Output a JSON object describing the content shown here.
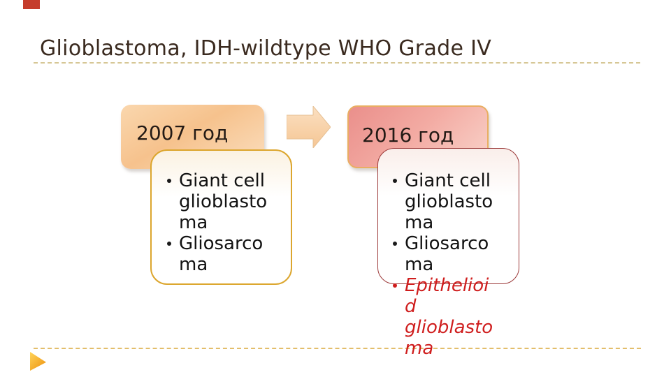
{
  "slide": {
    "title": "Glioblastoma, IDH-wildtype WHO Grade IV",
    "comparison": {
      "before": {
        "year_label": "2007 год",
        "items": [
          {
            "text": "Giant cell\nglioblasto\nma",
            "emphasis": false
          },
          {
            "text": "Gliosarco\nma",
            "emphasis": false
          }
        ]
      },
      "after": {
        "year_label": "2016 год",
        "items": [
          {
            "text": "Giant cell\nglioblasto\nma",
            "emphasis": false
          },
          {
            "text": "Gliosarco\nma",
            "emphasis": false
          },
          {
            "text": "Epithelioi\nd\nglioblasto\nma",
            "emphasis": true
          }
        ]
      }
    },
    "icons": {
      "transition_arrow": "right-block-arrow",
      "corner_tab": "red-rectangle-accent",
      "corner_triangle": "orange-triangle-accent"
    },
    "colors": {
      "title_text": "#3a2a1f",
      "body_text": "#121212",
      "emphasis_text": "#cf1d1d",
      "before_header_fill": "#f6c28d",
      "before_card_border": "#dca62e",
      "after_header_fill": "#f3aba3",
      "after_header_border": "#e9ae62",
      "after_card_border": "#9c3a3a",
      "arrow_fill": "#f8d2a6",
      "dashed_rule_top": "#d6c795",
      "dashed_rule_bottom": "#e3be6b",
      "corner_tab_fill": "#c53c2c",
      "corner_triangle_fill": "#f2a423"
    }
  }
}
